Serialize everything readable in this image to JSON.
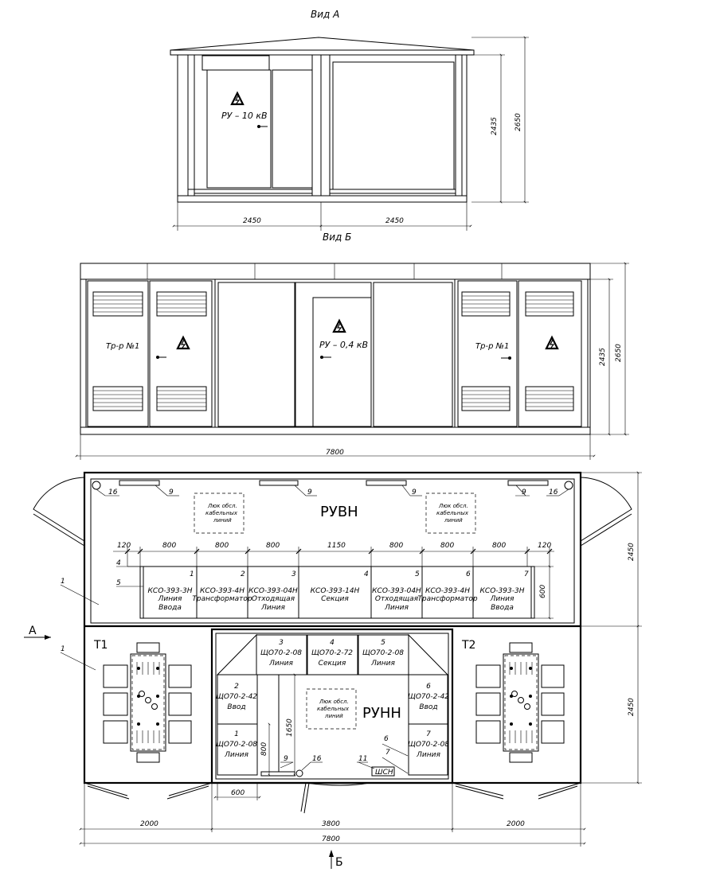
{
  "views": {
    "view_a_title": "Вид А",
    "view_b_title": "Вид Б",
    "ru10_label": "РУ – 10 кВ",
    "ru04_label": "РУ – 0,4 кВ",
    "tr1_label": "Тр-р №1",
    "tr2_label": "Тр-р №1"
  },
  "dims": {
    "a_w1": "2450",
    "a_w2": "2450",
    "a_h1": "2435",
    "a_h2": "2650",
    "b_w": "7800",
    "b_h1": "2435",
    "b_h2": "2650",
    "plan_h_top": "2450",
    "plan_h_bot": "2450",
    "plan_w1": "2000",
    "plan_w2": "3800",
    "plan_w3": "2000",
    "plan_total": "7800",
    "runn_600": "600",
    "runn_800": "800",
    "runn_1650": "1650",
    "panel_depth": "600",
    "row": [
      "120",
      "800",
      "800",
      "800",
      "1150",
      "800",
      "800",
      "800",
      "120"
    ]
  },
  "plan": {
    "ruvn_title": "РУВН",
    "runn_title": "РУНН",
    "t1_label": "Т1",
    "t2_label": "Т2",
    "arrow_a": "А",
    "arrow_b": "Б",
    "cable_box_line1": "Люк обсл.",
    "cable_box_line2": "кабельных",
    "cable_box_line3": "линий",
    "shn_label": "ШСН",
    "callouts": {
      "c1": "1",
      "c1b": "1",
      "c4": "4",
      "c5": "5",
      "c9": "9",
      "c16": "16",
      "c6": "6",
      "c7": "7",
      "c11": "11"
    },
    "ksa_cells": [
      {
        "num": "1",
        "type": "КСО-393-3Н",
        "l1": "Линия",
        "l2": "Ввода"
      },
      {
        "num": "2",
        "type": "КСО-393-4Н",
        "l1": "Трансформатор",
        "l2": ""
      },
      {
        "num": "3",
        "type": "КСО-393-04Н",
        "l1": "Отходящая",
        "l2": "Линия"
      },
      {
        "num": "4",
        "type": "КСО-393-14Н",
        "l1": "Секция",
        "l2": ""
      },
      {
        "num": "5",
        "type": "КСО-393-04Н",
        "l1": "Отходящая",
        "l2": "Линия"
      },
      {
        "num": "6",
        "type": "КСО-393-4Н",
        "l1": "Трансформатор",
        "l2": ""
      },
      {
        "num": "7",
        "type": "КСО-393-3Н",
        "l1": "Линия",
        "l2": "Ввода"
      }
    ],
    "shch_cells": [
      {
        "num": "3",
        "type": "ЩО70-2-08",
        "l1": "Линия"
      },
      {
        "num": "4",
        "type": "ЩО70-2-72",
        "l1": "Секция"
      },
      {
        "num": "5",
        "type": "ЩО70-2-08",
        "l1": "Линия"
      },
      {
        "num": "2",
        "type": "ЩО70-2-42",
        "l1": "Ввод"
      },
      {
        "num": "6",
        "type": "ЩО70-2-42",
        "l1": "Ввод"
      },
      {
        "num": "1",
        "type": "ЩО70-2-08",
        "l1": "Линия"
      },
      {
        "num": "7",
        "type": "ЩО70-2-08",
        "l1": "Линия"
      }
    ]
  }
}
